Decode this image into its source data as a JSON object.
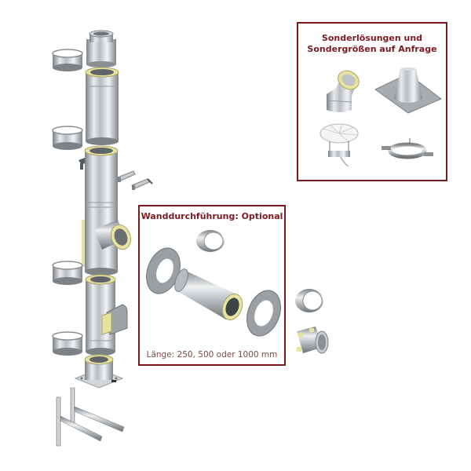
{
  "colors": {
    "accent_border": "#7a1a1f",
    "title_text": "#7a1a1f",
    "caption_text": "#7a4a4c",
    "steel_light": "#e6e8ea",
    "steel_mid": "#a9adb2",
    "steel_dark": "#6e7378",
    "insulation": "#e8e2a0"
  },
  "special_box": {
    "title_line1": "Sonderlösungen und",
    "title_line2": "Sondergrößen auf Anfrage",
    "items": [
      {
        "icon": "elbow-45-icon",
        "label": ""
      },
      {
        "icon": "roof-flashing-icon",
        "label": ""
      },
      {
        "icon": "rain-cap-icon",
        "label": ""
      },
      {
        "icon": "wall-bracket-clamp-icon",
        "label": ""
      }
    ]
  },
  "wall_box": {
    "title": "Wanddurchführung: Optional",
    "caption": "Länge: 250, 500 oder 1000 mm",
    "items": [
      {
        "icon": "wall-rosette-icon"
      },
      {
        "icon": "clamp-band-icon"
      },
      {
        "icon": "wall-pipe-icon"
      },
      {
        "icon": "wall-rosette-icon"
      }
    ]
  },
  "chimney_stack": {
    "components": [
      {
        "icon": "mouth-piece-icon"
      },
      {
        "icon": "clamp-band-icon"
      },
      {
        "icon": "pipe-element-icon"
      },
      {
        "icon": "clamp-band-icon"
      },
      {
        "icon": "tee-87-icon"
      },
      {
        "icon": "wall-support-brackets-icon"
      },
      {
        "icon": "clamp-band-icon"
      },
      {
        "icon": "inspection-element-icon"
      },
      {
        "icon": "clamp-band-icon"
      },
      {
        "icon": "base-plate-icon"
      },
      {
        "icon": "console-support-icon"
      }
    ]
  },
  "connector_parts": [
    {
      "icon": "clamp-band-icon"
    },
    {
      "icon": "adapter-connector-icon"
    }
  ]
}
